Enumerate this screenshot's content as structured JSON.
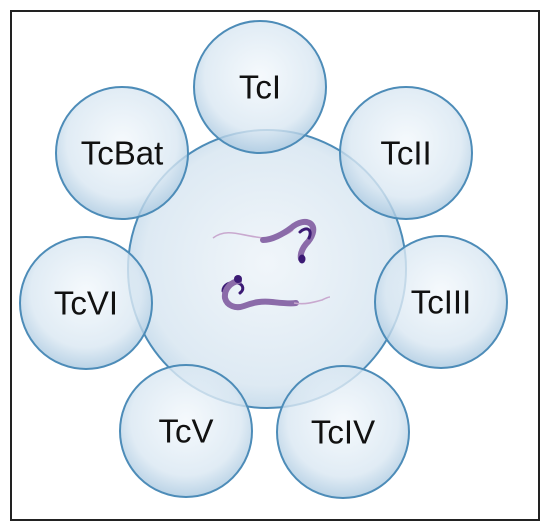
{
  "diagram": {
    "center_image": "trypanosoma-cruzi-parasites",
    "lineages": [
      {
        "id": "tci",
        "label": "TcI"
      },
      {
        "id": "tcii",
        "label": "TcII"
      },
      {
        "id": "tciii",
        "label": "TcIII"
      },
      {
        "id": "tciv",
        "label": "TcIV"
      },
      {
        "id": "tcv",
        "label": "TcV"
      },
      {
        "id": "tcvi",
        "label": "TcVI"
      },
      {
        "id": "tcbat",
        "label": "TcBat"
      }
    ],
    "colors": {
      "circle_fill": "#d2e3ef",
      "circle_stroke": "#4d8cb8",
      "center_fill": "#dbe8f2",
      "parasite_body": "#8b6ba9",
      "parasite_nucleus": "#3b1a74",
      "frame": "#222222"
    }
  }
}
